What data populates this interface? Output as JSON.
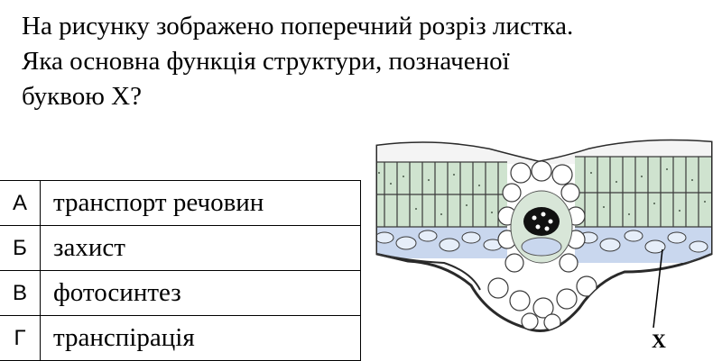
{
  "question": {
    "line1": "На рисунку зображено поперечний розріз листка.",
    "line2": "Яка основна функція структури, позначеної",
    "line3": "буквою X?"
  },
  "answers": [
    {
      "letter": "А",
      "text": "транспорт речовин"
    },
    {
      "letter": "Б",
      "text": "захист"
    },
    {
      "letter": "В",
      "text": "фотосинтез"
    },
    {
      "letter": "Г",
      "text": "транспірація"
    }
  ],
  "figure": {
    "pointer_label": "X",
    "colors": {
      "palisade": "#cfe3cf",
      "spongy": "#c9d7ee",
      "outline": "#2a2a2a",
      "xylem": "#111111"
    }
  }
}
